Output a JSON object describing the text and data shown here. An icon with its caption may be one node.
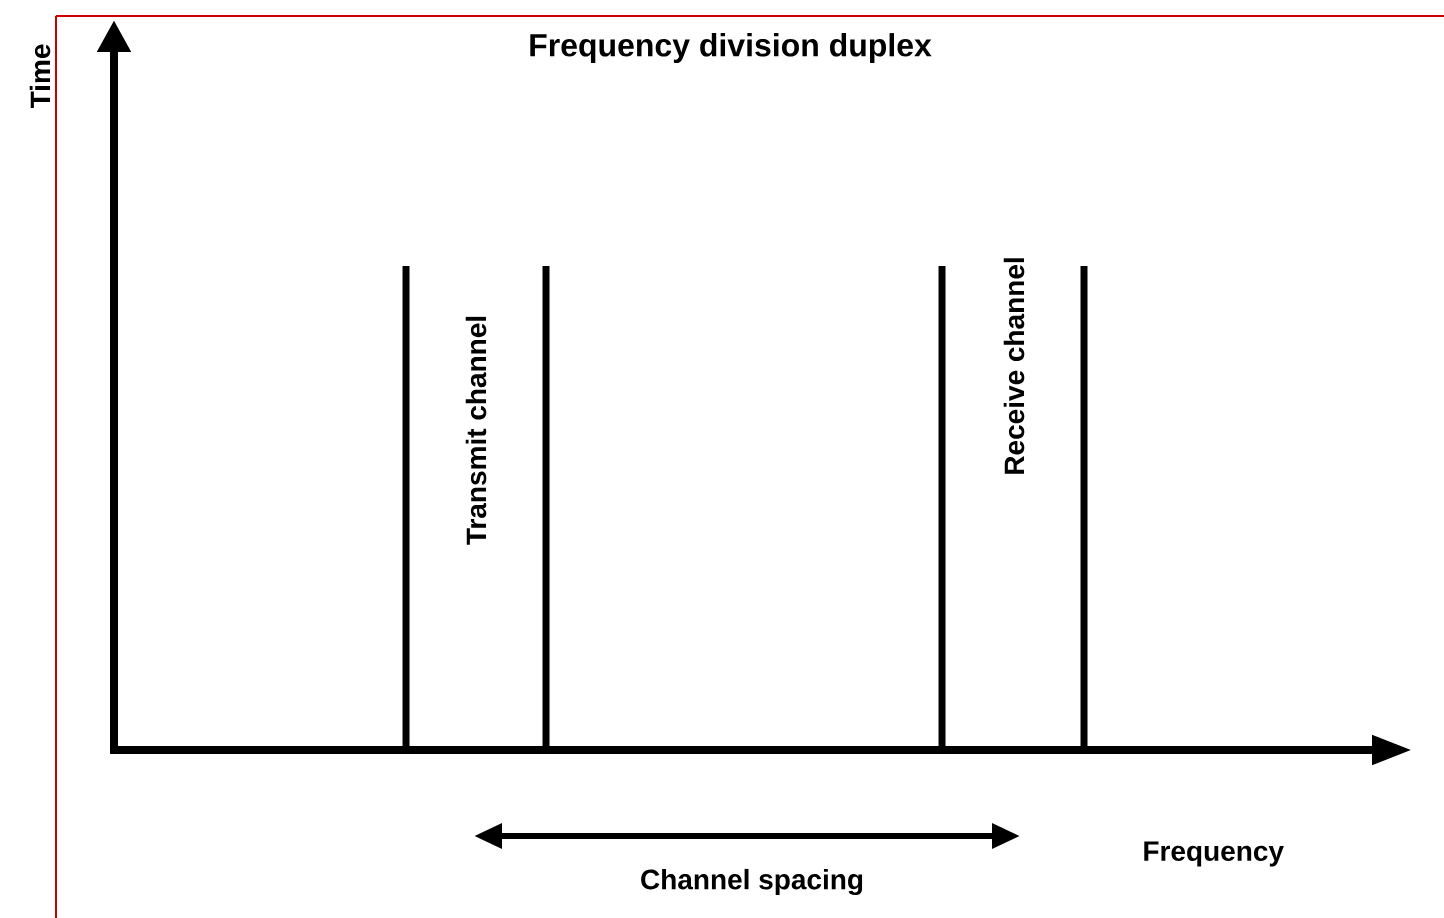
{
  "diagram": {
    "title": "Frequency division duplex",
    "labels": [
      "Time",
      "Transmit channel",
      "Receive channel",
      "Frequency",
      "Channel spacing"
    ]
  }
}
